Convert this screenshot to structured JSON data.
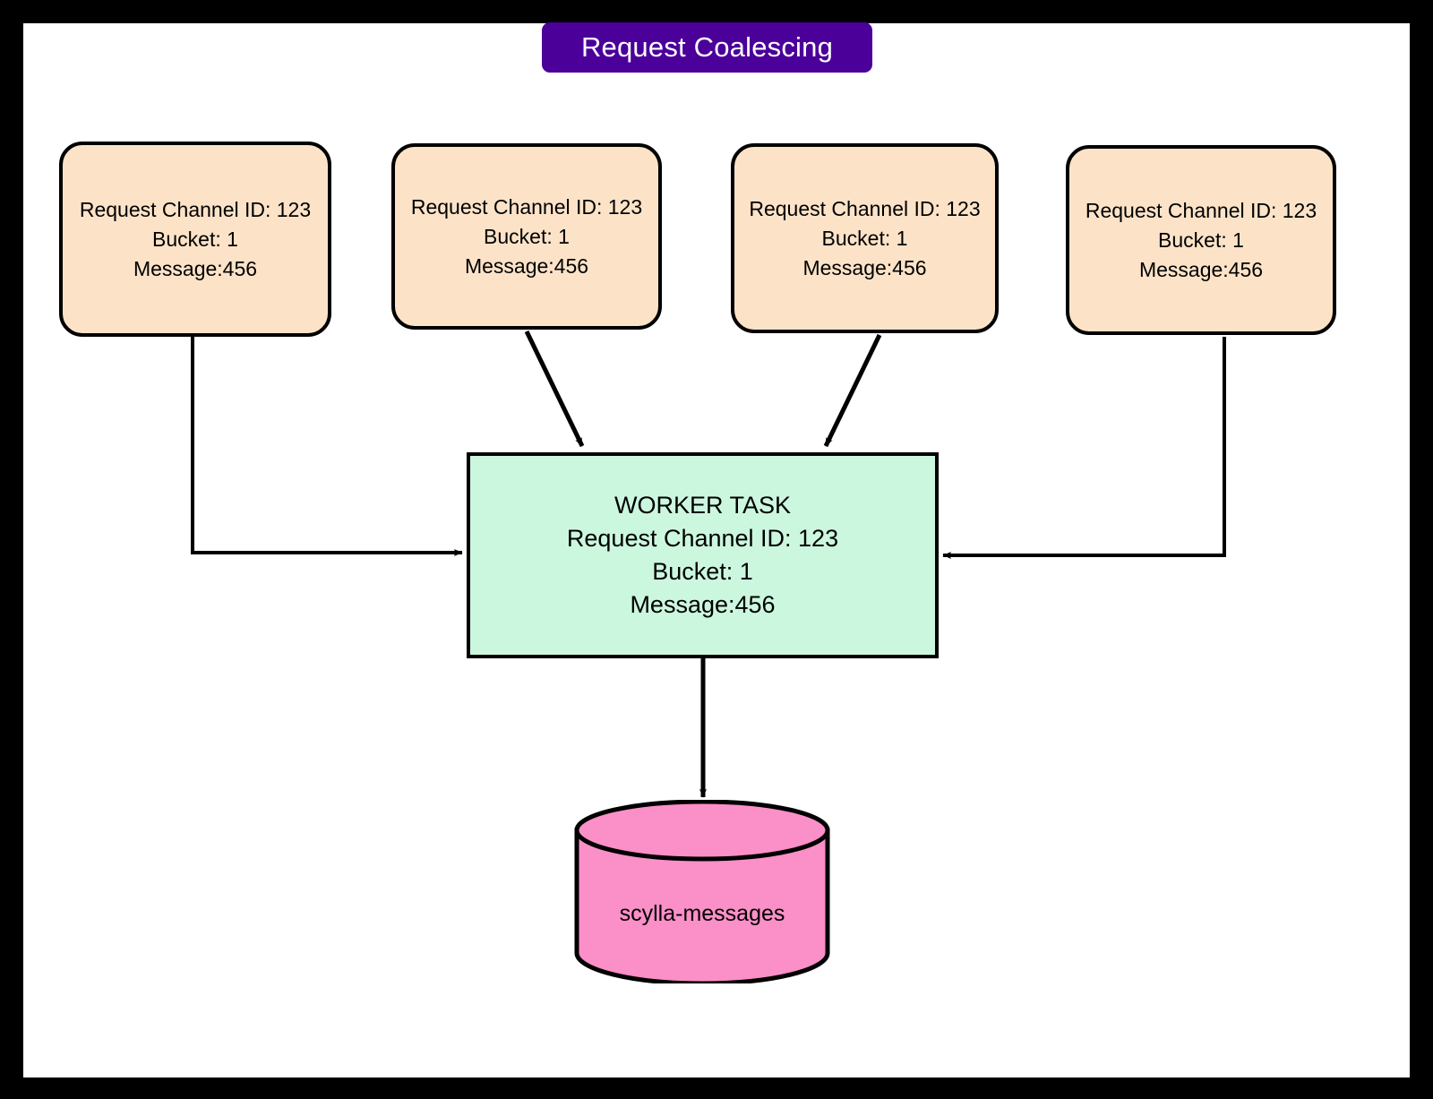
{
  "frame": {
    "border_color": "#000000",
    "page_background": "#ffffff"
  },
  "title": {
    "label": "Request Coalescing",
    "background_color": "#4B0099",
    "text_color": "#ffffff"
  },
  "colors": {
    "request_box_fill": "#FCE3C8",
    "worker_box_fill": "#CCF7DF",
    "database_fill": "#FB8FC8",
    "stroke": "#000000"
  },
  "request_boxes": [
    {
      "id": "request-1",
      "line1": "Request Channel ID: 123",
      "line2": "Bucket: 1",
      "line3": "Message:456"
    },
    {
      "id": "request-2",
      "line1": "Request Channel ID: 123",
      "line2": "Bucket: 1",
      "line3": "Message:456"
    },
    {
      "id": "request-3",
      "line1": "Request Channel ID: 123",
      "line2": "Bucket: 1",
      "line3": "Message:456"
    },
    {
      "id": "request-4",
      "line1": "Request Channel ID: 123",
      "line2": "Bucket: 1",
      "line3": "Message:456"
    }
  ],
  "worker": {
    "title": "WORKER TASK",
    "line1": "Request Channel ID: 123",
    "line2": "Bucket: 1",
    "line3": "Message:456"
  },
  "database": {
    "label": "scylla-messages"
  },
  "connectors": [
    {
      "from": "request-1",
      "to": "worker-task",
      "style": "elbow-down-right",
      "arrow": "to-worker"
    },
    {
      "from": "request-2",
      "to": "worker-task",
      "style": "diagonal",
      "arrow": "to-worker"
    },
    {
      "from": "request-3",
      "to": "worker-task",
      "style": "diagonal",
      "arrow": "to-worker"
    },
    {
      "from": "request-4",
      "to": "worker-task",
      "style": "elbow-down-left",
      "arrow": "to-worker"
    },
    {
      "from": "worker-task",
      "to": "scylla-messages",
      "style": "vertical",
      "arrow": "to-database"
    }
  ]
}
